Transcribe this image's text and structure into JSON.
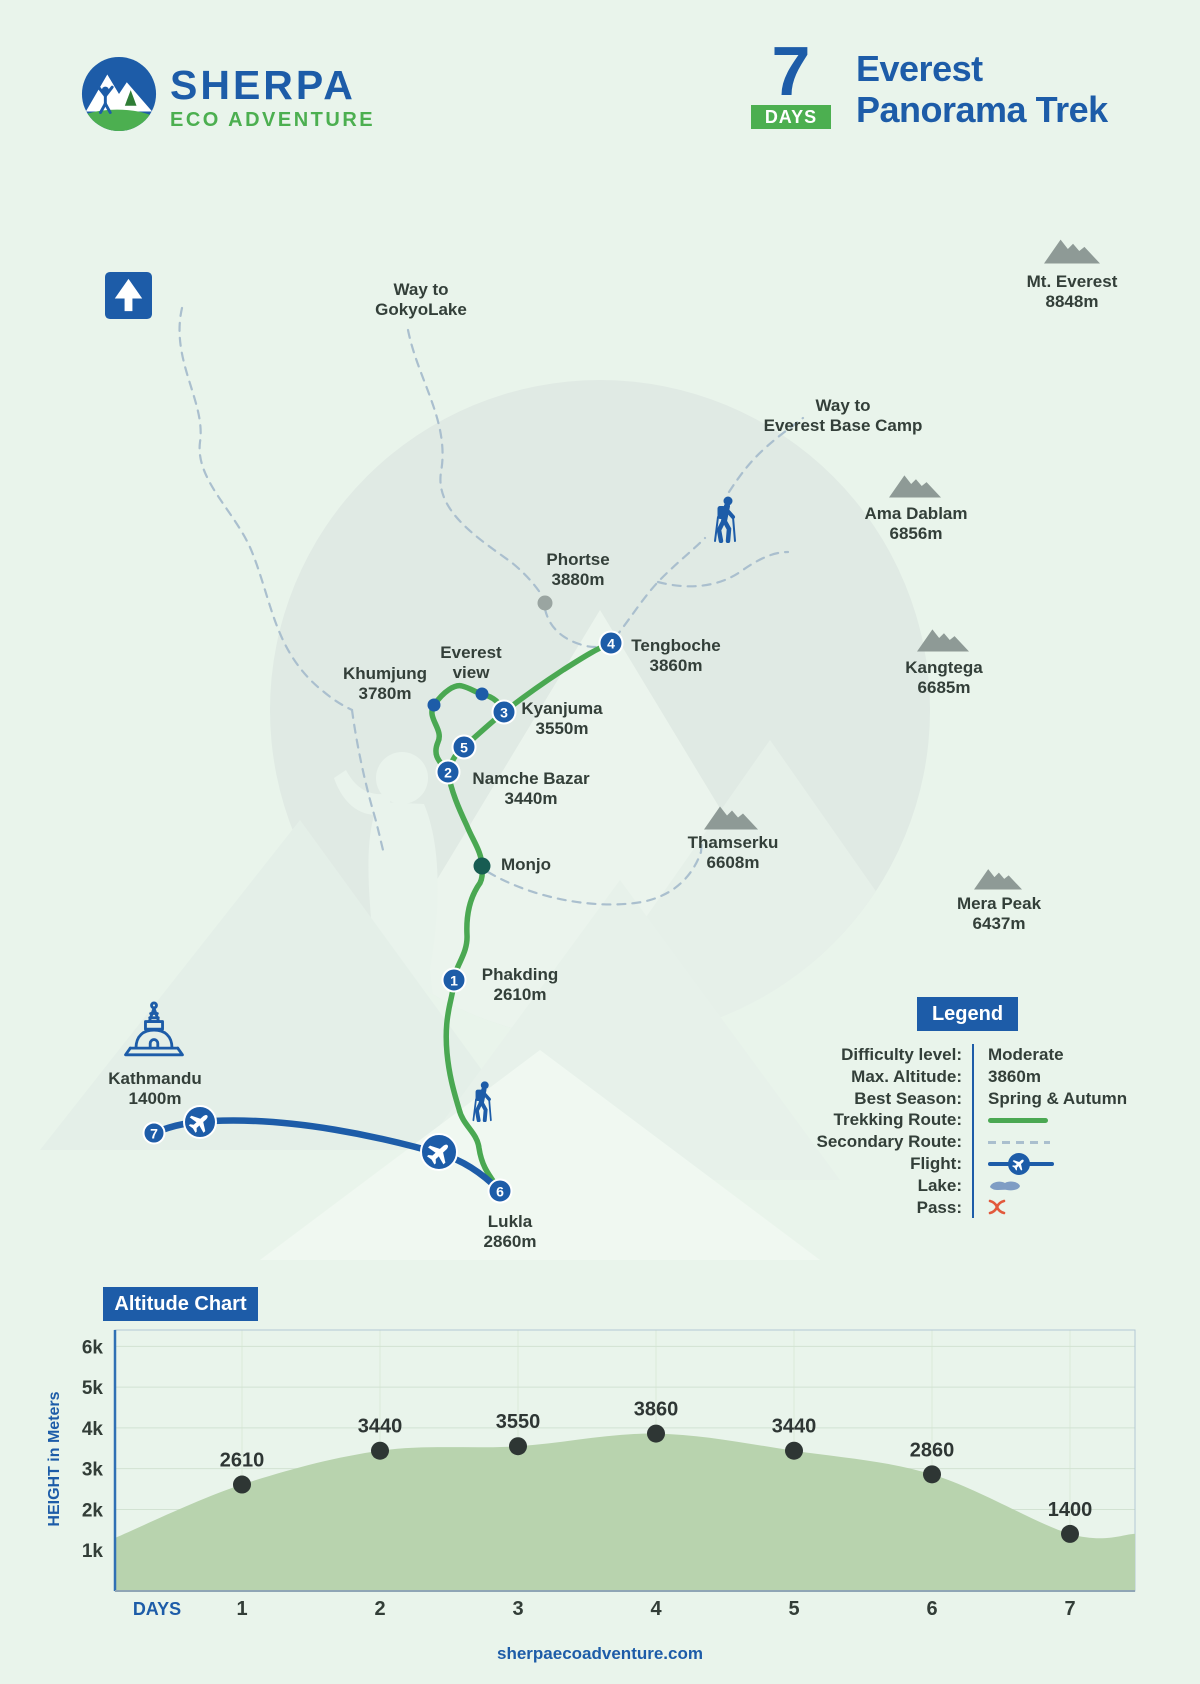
{
  "colors": {
    "primary_blue": "#1d5ca8",
    "brand_green": "#4caf50",
    "route_green": "#4aa852",
    "secondary_route": "#aabfce",
    "background": "#e9f4eb",
    "chart_fill": "#b8d3ae",
    "pass_red": "#e2593c"
  },
  "header": {
    "brand_name": "SHERPA",
    "brand_subtitle": "ECO ADVENTURE",
    "duration_number": "7",
    "duration_unit": "DAYS",
    "trek_title_line1": "Everest",
    "trek_title_line2": "Panorama Trek"
  },
  "map": {
    "notes": {
      "gokyo_line1": "Way to",
      "gokyo_line2": "GokyoLake",
      "ebc_line1": "Way to",
      "ebc_line2": "Everest Base Camp"
    },
    "mountains": [
      {
        "name": "Mt. Everest",
        "alt": "8848m"
      },
      {
        "name": "Ama Dablam",
        "alt": "6856m"
      },
      {
        "name": "Kangtega",
        "alt": "6685m"
      },
      {
        "name": "Thamserku",
        "alt": "6608m"
      },
      {
        "name": "Mera Peak",
        "alt": "6437m"
      }
    ],
    "stops": [
      {
        "num": "1",
        "name": "Phakding",
        "alt": "2610m"
      },
      {
        "num": "2",
        "name": "Namche Bazar",
        "alt": "3440m"
      },
      {
        "num": "3",
        "name": "Kyanjuma",
        "alt": "3550m"
      },
      {
        "num": "4",
        "name": "Tengboche",
        "alt": "3860m"
      },
      {
        "num": "5",
        "name": "",
        "alt": ""
      },
      {
        "num": "6",
        "name": "Lukla",
        "alt": "2860m"
      },
      {
        "num": "7",
        "name": "Kathmandu",
        "alt": "1400m"
      }
    ],
    "places": [
      {
        "line1": "Phortse",
        "line2": "3880m"
      },
      {
        "line1": "Khumjung",
        "line2": "3780m"
      },
      {
        "line1": "Everest",
        "line2": "view"
      },
      {
        "line1": "Monjo",
        "line2": ""
      }
    ]
  },
  "legend": {
    "title": "Legend",
    "rows": [
      {
        "label": "Difficulty level:",
        "value": "Moderate"
      },
      {
        "label": "Max. Altitude:",
        "value": "3860m"
      },
      {
        "label": "Best Season:",
        "value": "Spring & Autumn"
      },
      {
        "label": "Trekking Route:",
        "value": ""
      },
      {
        "label": "Secondary Route:",
        "value": ""
      },
      {
        "label": "Flight:",
        "value": ""
      },
      {
        "label": "Lake:",
        "value": ""
      },
      {
        "label": "Pass:",
        "value": ""
      }
    ]
  },
  "chart_data": {
    "type": "area",
    "title": "Altitude Chart",
    "xlabel": "DAYS",
    "ylabel": "HEIGHT in Meters",
    "x": [
      1,
      2,
      3,
      4,
      5,
      6,
      7
    ],
    "values": [
      2610,
      3440,
      3550,
      3860,
      3440,
      2860,
      1400
    ],
    "yticks": [
      "1k",
      "2k",
      "3k",
      "4k",
      "5k",
      "6k"
    ],
    "ylim": [
      0,
      6400
    ],
    "edge_values": [
      1300,
      1400
    ],
    "grid": true,
    "legend_position": "none"
  },
  "footer": {
    "url": "sherpaecoadventure.com"
  }
}
